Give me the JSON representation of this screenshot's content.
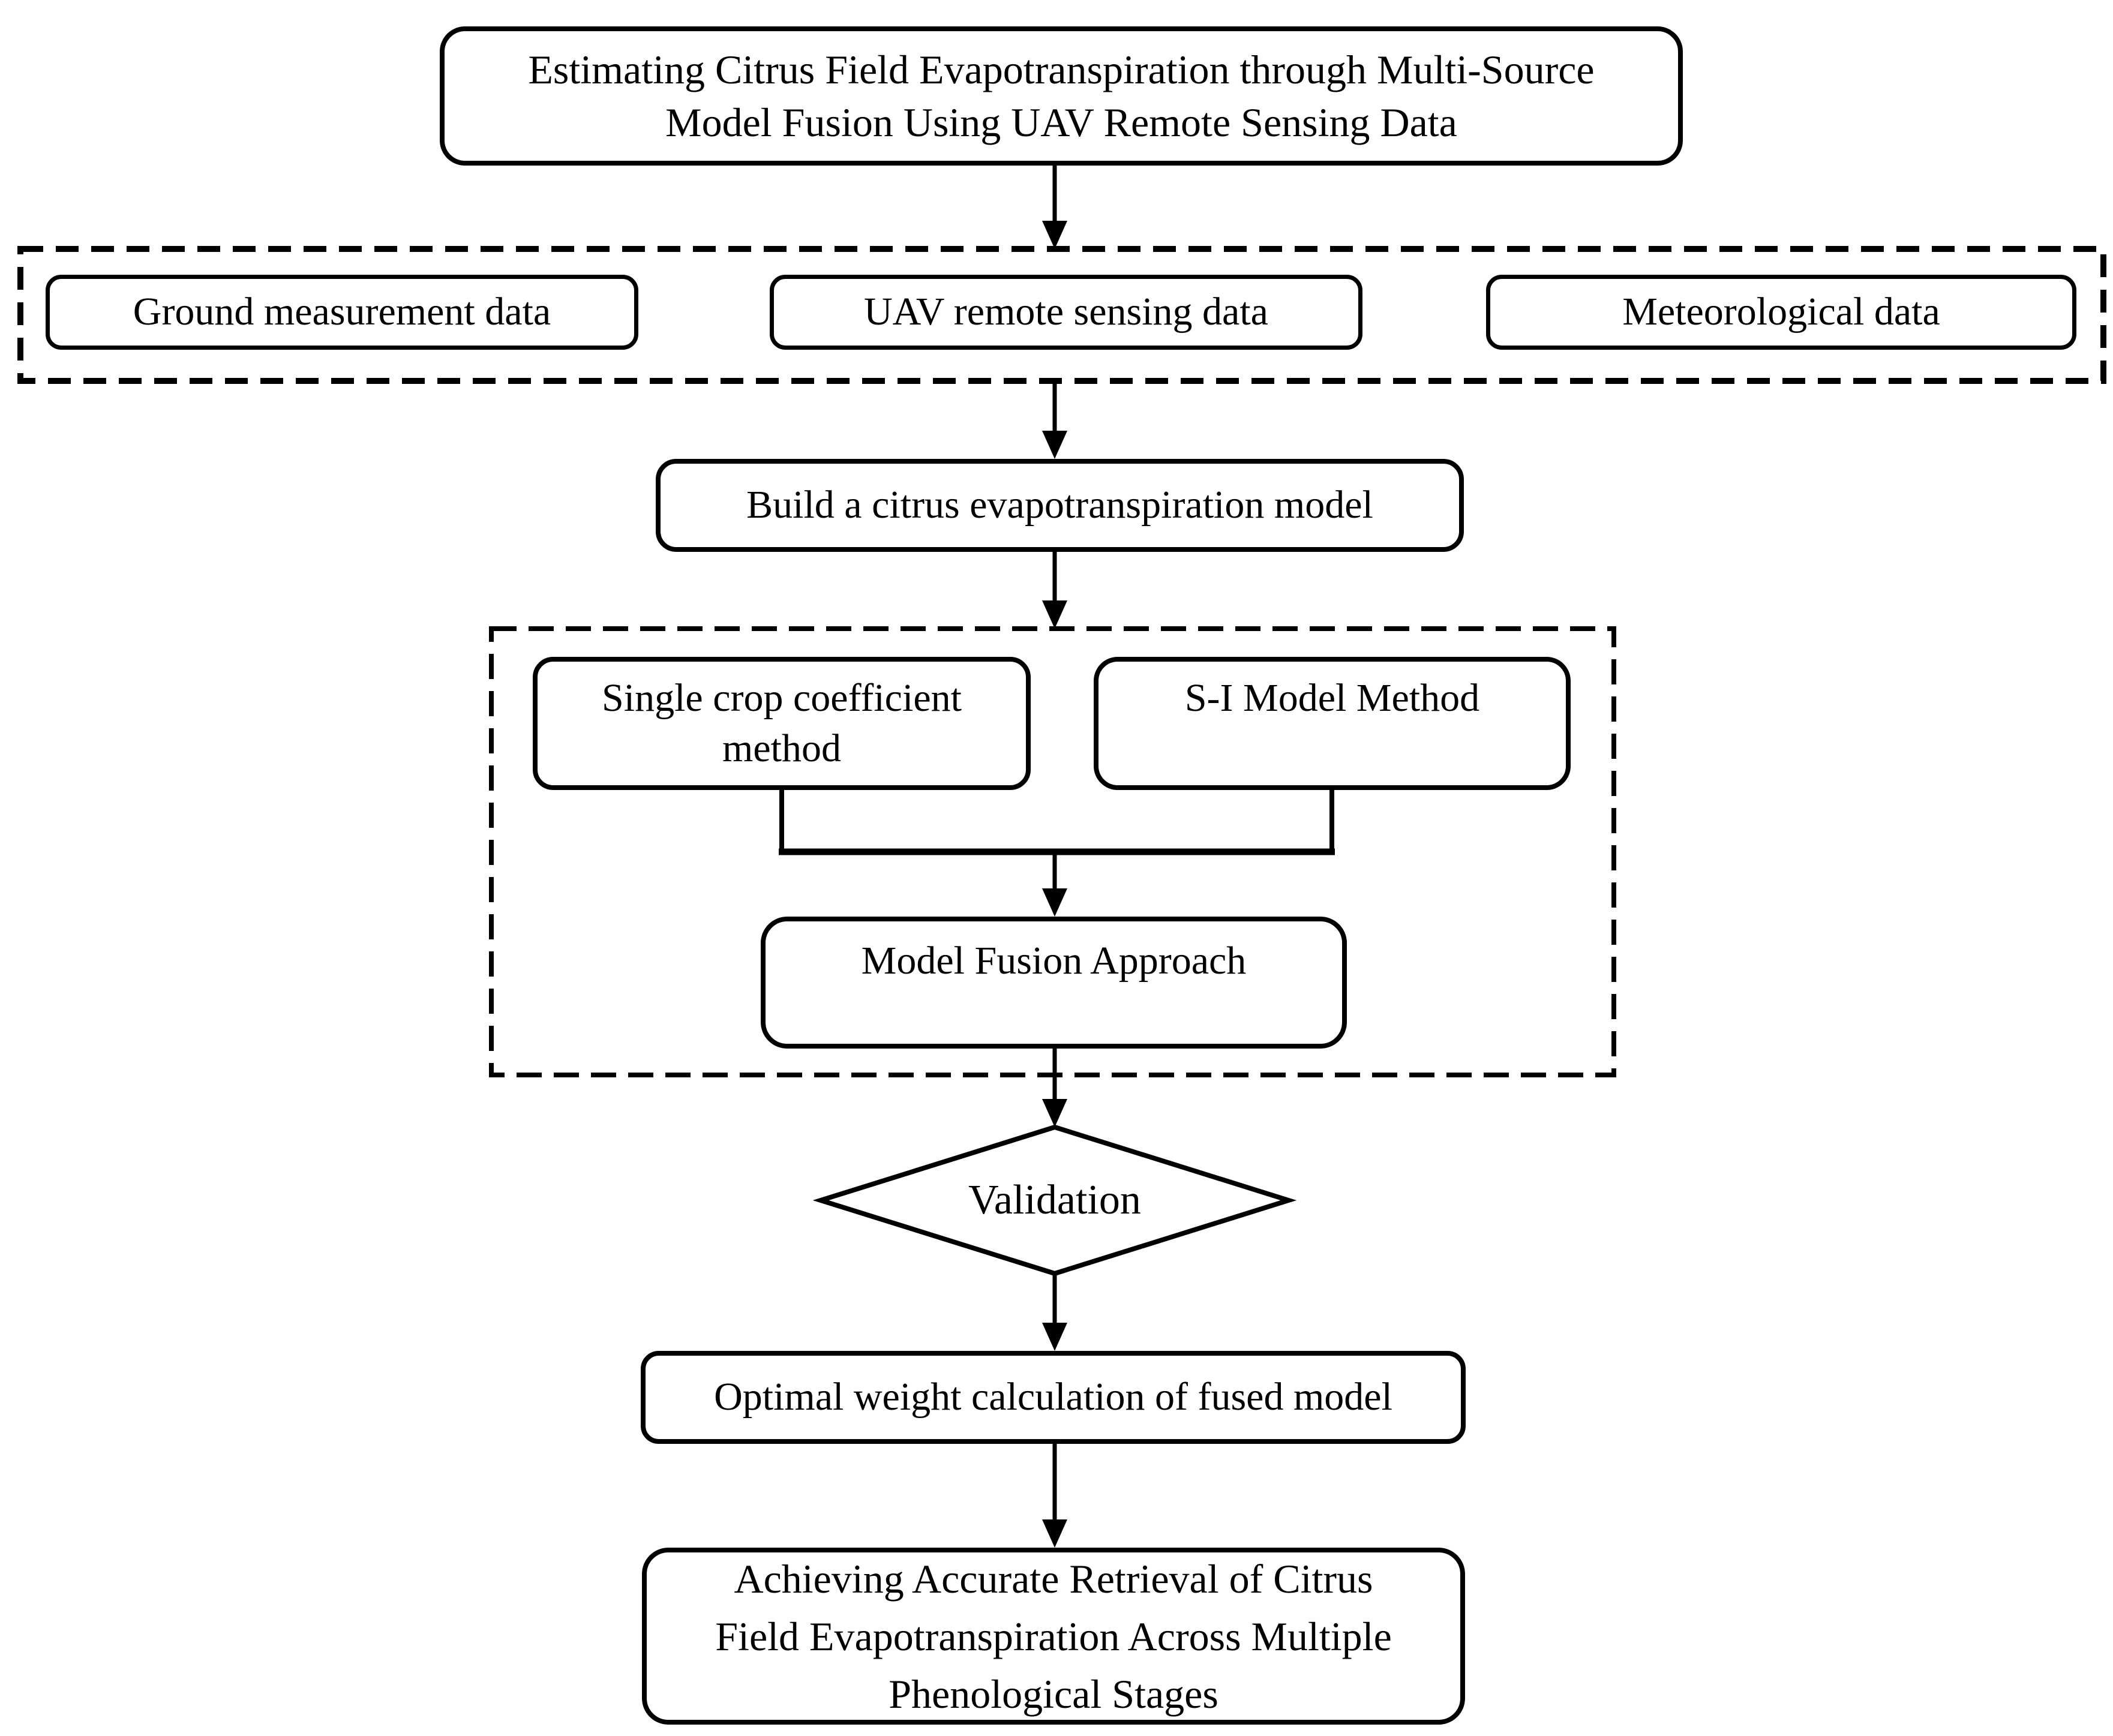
{
  "figure": {
    "type": "flowchart",
    "background_color": "#ffffff",
    "line_color": "#000000",
    "nodes": {
      "title": {
        "lines": [
          "Estimating Citrus Field Evapotranspiration through Multi-Source",
          "Model Fusion Using UAV Remote Sensing Data"
        ]
      },
      "ground_data": {
        "label": "Ground measurement data"
      },
      "uav_data": {
        "label": "UAV remote sensing data"
      },
      "met_data": {
        "label": "Meteorological data"
      },
      "build_model": {
        "label": "Build a citrus evapotranspiration model"
      },
      "single_crop": {
        "lines": [
          "Single crop coefficient",
          "method"
        ]
      },
      "si_model": {
        "label": "S-I Model Method"
      },
      "model_fusion": {
        "label": "Model Fusion Approach"
      },
      "validation": {
        "label": "Validation"
      },
      "optimal_weight": {
        "label": "Optimal weight calculation of fused model"
      },
      "final_outcome": {
        "lines": [
          "Achieving Accurate Retrieval of Citrus",
          "Field Evapotranspiration Across Multiple",
          "Phenological Stages"
        ]
      }
    }
  }
}
